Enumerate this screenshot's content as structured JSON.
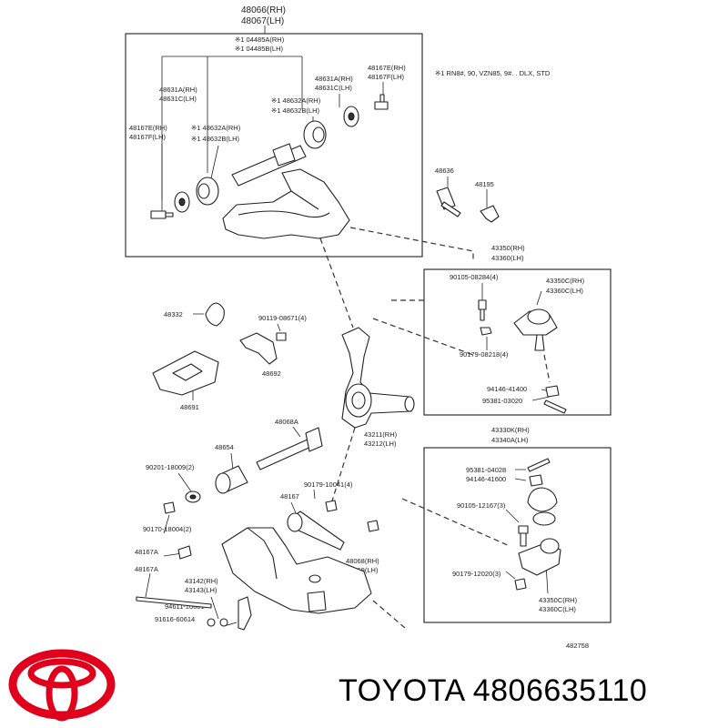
{
  "brand": {
    "caption": "TOYOTA 4806635110",
    "logo_color": "#e0001b"
  },
  "diagram": {
    "header_1": "48066(RH)",
    "header_2": "48067(LH)",
    "note_1a": "※1 04485A(RH)",
    "note_1b": "※1 04485B(LH)",
    "legend_note": "※1 RN8#, 90, VZN85, 9#. . DLX, STD",
    "l_48631A": "48631A(RH)",
    "l_48631C": "48631C(LH)",
    "l_48631A_r": "48631A(RH)",
    "l_48631C_r": "48631C(LH)",
    "l_48167E_r": "48167E(RH)",
    "l_48167F_r": "48167F(LH)",
    "l_48632A_r": "※1 48632A(RH)",
    "l_48632B_r": "※1 48632B(LH)",
    "l_48167E_l": "48167E(RH)",
    "l_48167F_l": "48167F(LH)",
    "l_48632A_l": "※1 48632A(RH)",
    "l_48632B_l": "※1 48632B(LH)",
    "l_48636": "48636",
    "l_48195": "48195",
    "l_43350": "43350(RH)",
    "l_43360": "43360(LH)",
    "l_90105_08284": "90105-08284(4)",
    "l_43350C": "43350C(RH)",
    "l_43360C": "43360C(LH)",
    "l_90179_08218": "90179-08218(4)",
    "l_94146_41400": "94146-41400",
    "l_95381_03020": "95381-03020",
    "l_48332": "48332",
    "l_90119_08671": "90119-08671(4)",
    "l_48692": "48692",
    "l_48691": "48691",
    "l_48068A": "48068A",
    "l_43211": "43211(RH)",
    "l_43212": "43212(LH)",
    "l_48654": "48654",
    "l_90201": "90201-18009(2)",
    "l_90179_10041": "90179-10041(4)",
    "l_48167": "48167",
    "l_90170": "90170-18004(2)",
    "l_48167A_1": "48167A",
    "l_48167A_2": "48167A",
    "l_48068": "48068(RH)",
    "l_48069": "48069(LH)",
    "l_43142": "43142(RH)",
    "l_43143": "43143(LH)",
    "l_94611": "94611-10601",
    "l_91616": "91616-60614",
    "l_43330K": "43330K(RH)",
    "l_43340A": "43340A(LH)",
    "l_95381_04028": "95381-04028",
    "l_94146_41600": "94146-41600",
    "l_90105_12167": "90105-12167(3)",
    "l_90179_12020": "90179-12020(3)",
    "l_43350C_b": "43350C(RH)",
    "l_43360C_b": "43360C(LH)",
    "ref_number": "482758"
  }
}
